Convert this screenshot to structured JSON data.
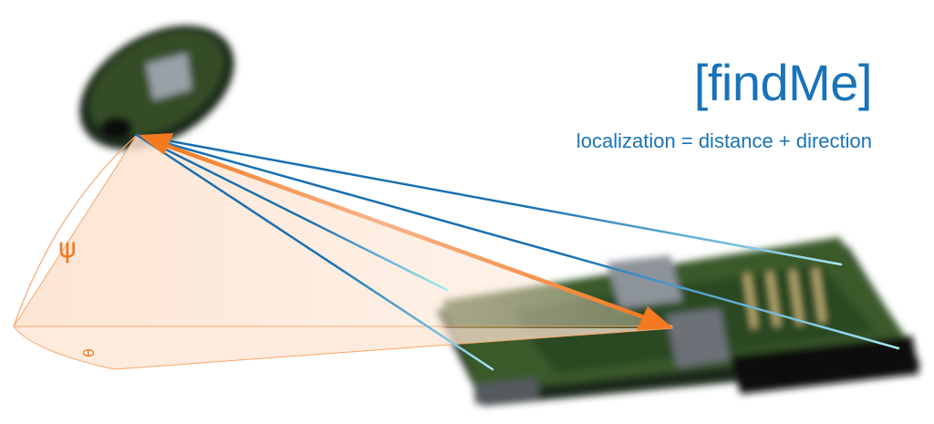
{
  "header": {
    "title": "[findMe]",
    "subtitle": "localization = distance + direction"
  },
  "angles": {
    "elevation": "ψ",
    "azimuth": "θ"
  },
  "colors": {
    "brand_blue": "#1a73b8",
    "arrow_orange": "#f47a20",
    "cone_fill": "#fde4d1",
    "ray_dark": "#1a6fb0",
    "ray_light": "#a6e8f5",
    "board_green": "#2c4a24"
  }
}
